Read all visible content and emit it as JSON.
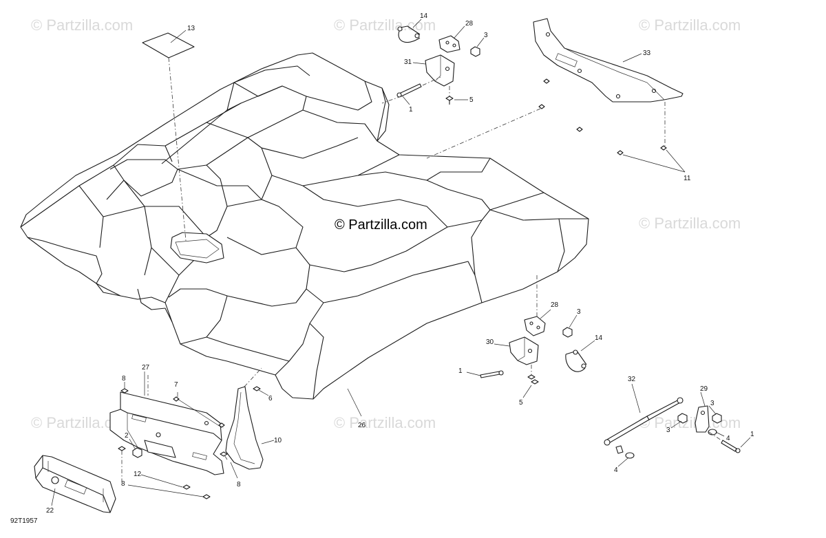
{
  "watermark": {
    "text": "© Partzilla.com"
  },
  "diagram_code": "92T1957",
  "callouts": {
    "c1a": "1",
    "c1b": "1",
    "c1c": "1",
    "c2": "2",
    "c3a": "3",
    "c3b": "3",
    "c3c": "3",
    "c3d": "3",
    "c4a": "4",
    "c4b": "4",
    "c5a": "5",
    "c5b": "5",
    "c6": "6",
    "c7": "7",
    "c8a": "8",
    "c8b": "8",
    "c8c": "8",
    "c10": "10",
    "c11": "11",
    "c12": "12",
    "c13": "13",
    "c14a": "14",
    "c14b": "14",
    "c22": "22",
    "c26": "26",
    "c27": "27",
    "c28a": "28",
    "c28b": "28",
    "c29": "29",
    "c30": "30",
    "c31": "31",
    "c32": "32",
    "c33": "33"
  }
}
